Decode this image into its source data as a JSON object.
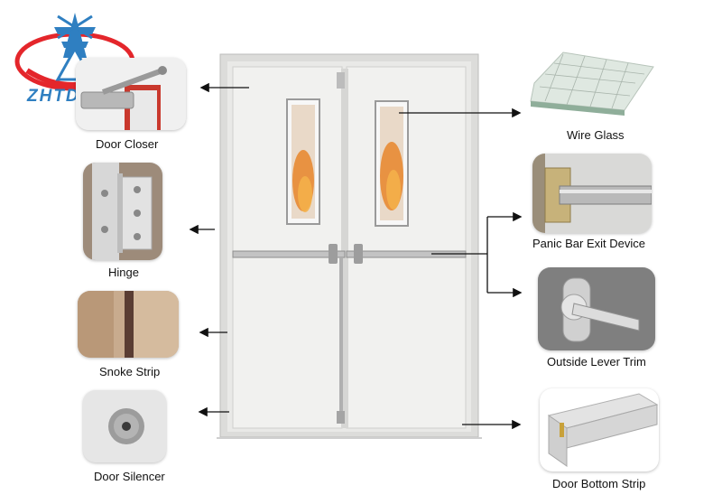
{
  "logo": {
    "text": "ZHTDOORS",
    "brand_blue": "#2f7fc1",
    "brand_red": "#e4262b",
    "icon": "tower-logo-icon"
  },
  "door": {
    "frame_color": "#e6e6e4",
    "leaf_color": "#efefed",
    "flame_color": "#e8852a"
  },
  "callouts": [
    {
      "id": "door-closer",
      "label": "Door Closer",
      "icon": "door-closer-icon"
    },
    {
      "id": "hinge",
      "label": "Hinge",
      "icon": "hinge-icon"
    },
    {
      "id": "snoke-strip",
      "label": "Snoke Strip",
      "icon": "smoke-strip-icon"
    },
    {
      "id": "door-silencer",
      "label": "Door Silencer",
      "icon": "door-silencer-icon"
    },
    {
      "id": "wire-glass",
      "label": "Wire Glass",
      "icon": "wire-glass-icon"
    },
    {
      "id": "panic-bar",
      "label": "Panic Bar Exit Device",
      "icon": "panic-bar-icon"
    },
    {
      "id": "lever-trim",
      "label": "Outside Lever Trim",
      "icon": "lever-handle-icon"
    },
    {
      "id": "bottom-strip",
      "label": "Door Bottom Strip",
      "icon": "bottom-strip-icon"
    }
  ]
}
